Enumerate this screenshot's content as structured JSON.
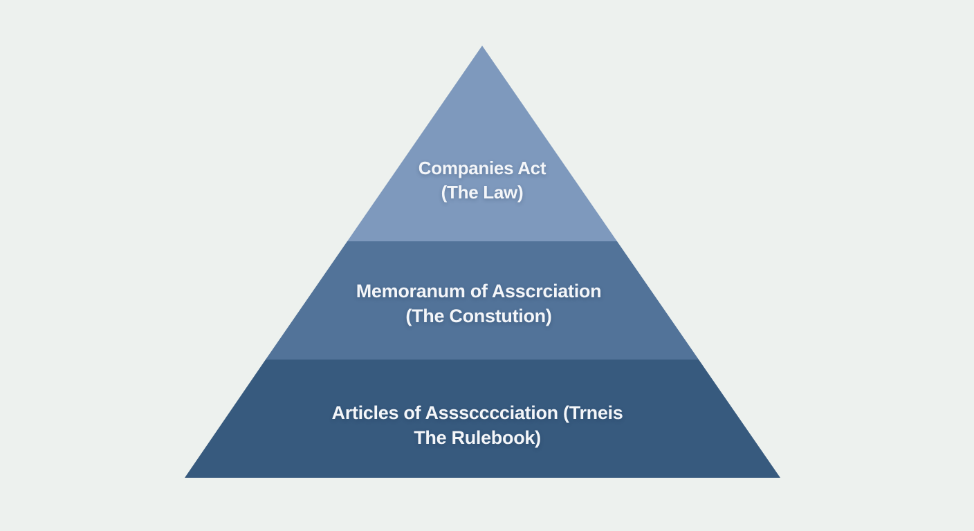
{
  "diagram": {
    "type": "pyramid",
    "background_color": "#edf1ee",
    "label_text_color": "#f4f6f9",
    "tiers": [
      {
        "id": "top",
        "label_line1": "Companies Act",
        "label_line2": "(The Law)",
        "color": "#7e99bd"
      },
      {
        "id": "middle",
        "label_line1": "Memoranum of Asscrciation",
        "label_line2": "(The Constution)",
        "color": "#527399"
      },
      {
        "id": "bottom",
        "label_line1": "Articles of Assscccciation (Trneis",
        "label_line2": "The Rulebook)",
        "color": "#375a7e"
      }
    ]
  }
}
